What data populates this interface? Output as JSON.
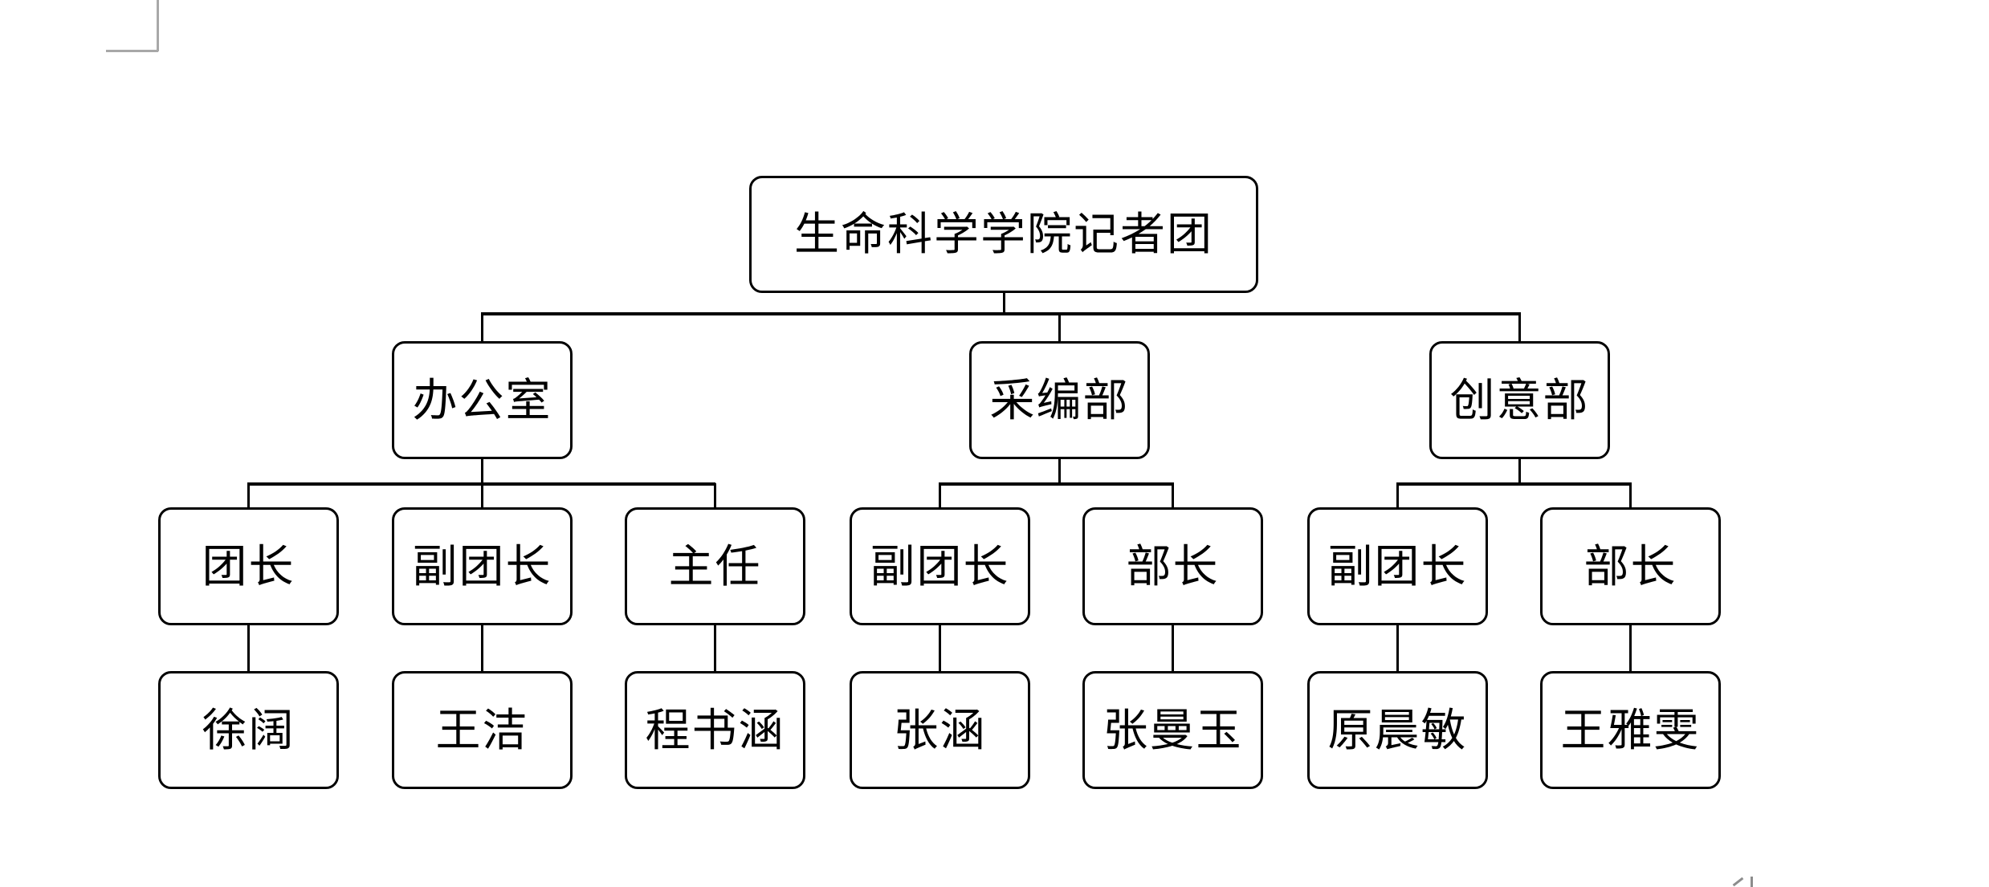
{
  "org_chart": {
    "root": {
      "label": "生命科学学院记者团"
    },
    "departments": [
      {
        "label": "办公室",
        "roles": [
          {
            "title": "团长",
            "name": "徐阔"
          },
          {
            "title": "副团长",
            "name": "王洁"
          },
          {
            "title": "主任",
            "name": "程书涵"
          }
        ]
      },
      {
        "label": "采编部",
        "roles": [
          {
            "title": "副团长",
            "name": "张涵"
          },
          {
            "title": "部长",
            "name": "张曼玉"
          }
        ]
      },
      {
        "label": "创意部",
        "roles": [
          {
            "title": "副团长",
            "name": "原晨敏"
          },
          {
            "title": "部长",
            "name": "王雅雯"
          }
        ]
      }
    ],
    "line_color": "#000000",
    "node_border_color": "#000000",
    "background_color": "#ffffff",
    "margin_mark_color": "#a8a8a8"
  }
}
